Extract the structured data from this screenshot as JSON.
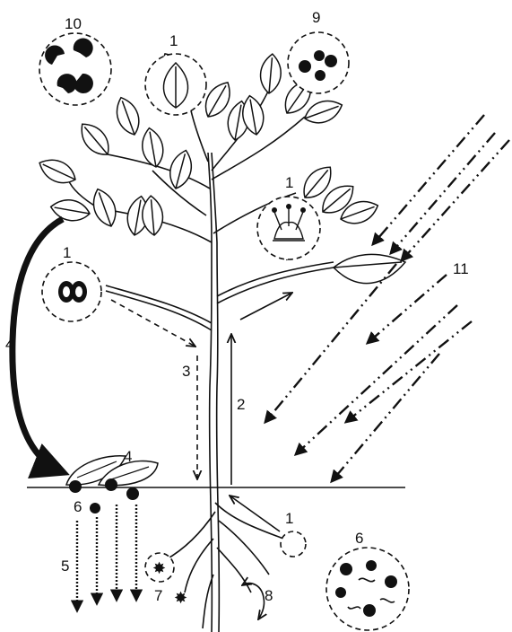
{
  "labels": {
    "top_left_circle": "10",
    "top_leaf_circle": "1",
    "top_right_circle": "9",
    "flower_circle": "1",
    "light": "11",
    "stem_circle": "1",
    "big_arrow": "4",
    "litter": "4",
    "down_dashed": "3",
    "up_solid": "2",
    "root_circle": "1",
    "soil_circle": "6",
    "litter_particles": "6",
    "leaching": "5",
    "microbe": "7",
    "root_exchange": "8"
  }
}
